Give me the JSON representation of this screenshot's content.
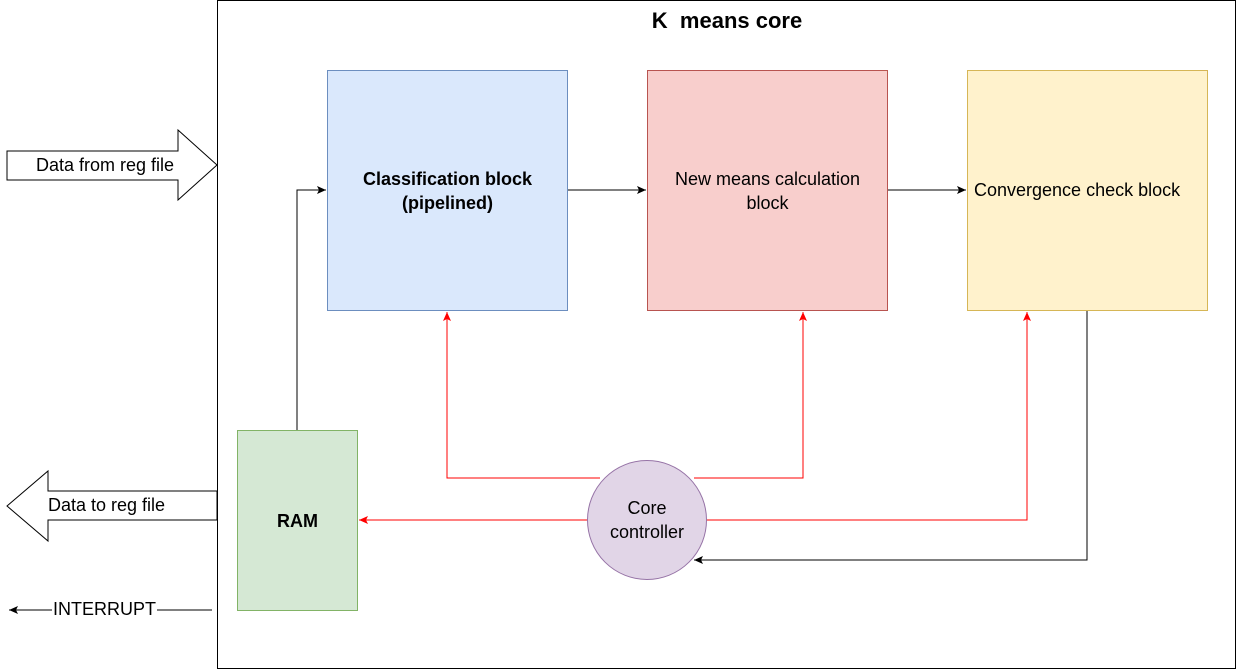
{
  "diagram": {
    "title": "K  means core",
    "blocks": {
      "classification": {
        "lines": [
          "Classification block",
          "(pipelined)"
        ]
      },
      "new_means": {
        "lines": [
          "New means calculation",
          "block"
        ]
      },
      "convergence": {
        "label": "Convergence check block"
      },
      "ram": {
        "label": "RAM"
      },
      "controller": {
        "lines": [
          "Core",
          "controller"
        ]
      }
    },
    "external": {
      "data_in": "Data from reg file",
      "data_out": "Data to reg file",
      "interrupt": "INTERRUPT"
    },
    "colors": {
      "classification_fill": "#dae8fc",
      "classification_stroke": "#6c8ebf",
      "new_means_fill": "#f8cecc",
      "new_means_stroke": "#b85450",
      "convergence_fill": "#fff2cc",
      "convergence_stroke": "#d6b656",
      "ram_fill": "#d5e8d4",
      "ram_stroke": "#82b366",
      "controller_fill": "#e1d5e7",
      "controller_stroke": "#9673a6",
      "control_line": "#ff0000",
      "data_line": "#000000"
    }
  }
}
